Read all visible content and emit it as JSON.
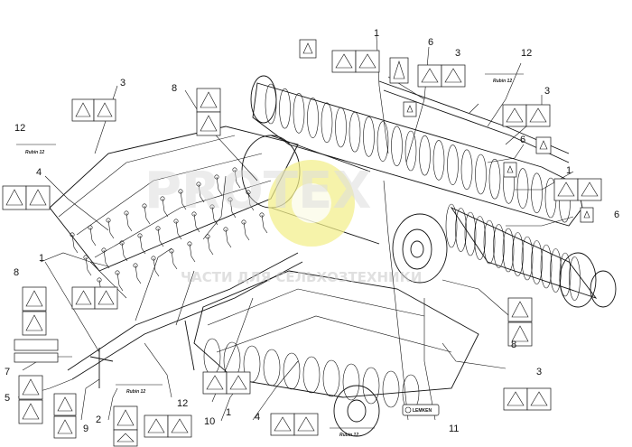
{
  "callouts": [
    "1",
    "3",
    "6",
    "3",
    "12",
    "8",
    "3",
    "12",
    "6",
    "4",
    "1",
    "6",
    "8",
    "8",
    "7",
    "5",
    "12",
    "1",
    "9",
    "2",
    "10",
    "4",
    "11",
    "3"
  ],
  "brand_labels": [
    "Rubin 12",
    "Rubin 12",
    "Rubin 12",
    "Rubin 12"
  ],
  "maker_badge": "LEMKEN",
  "watermark": {
    "main": "PROTEX",
    "sub": "ЧАСТИ ДЛЯ СЕЛЬХОЗТЕХНИКИ"
  },
  "colors": {
    "line": "#111111",
    "watermark_yellow": "#f2ee8a",
    "watermark_grey": "#d6d6d6"
  }
}
